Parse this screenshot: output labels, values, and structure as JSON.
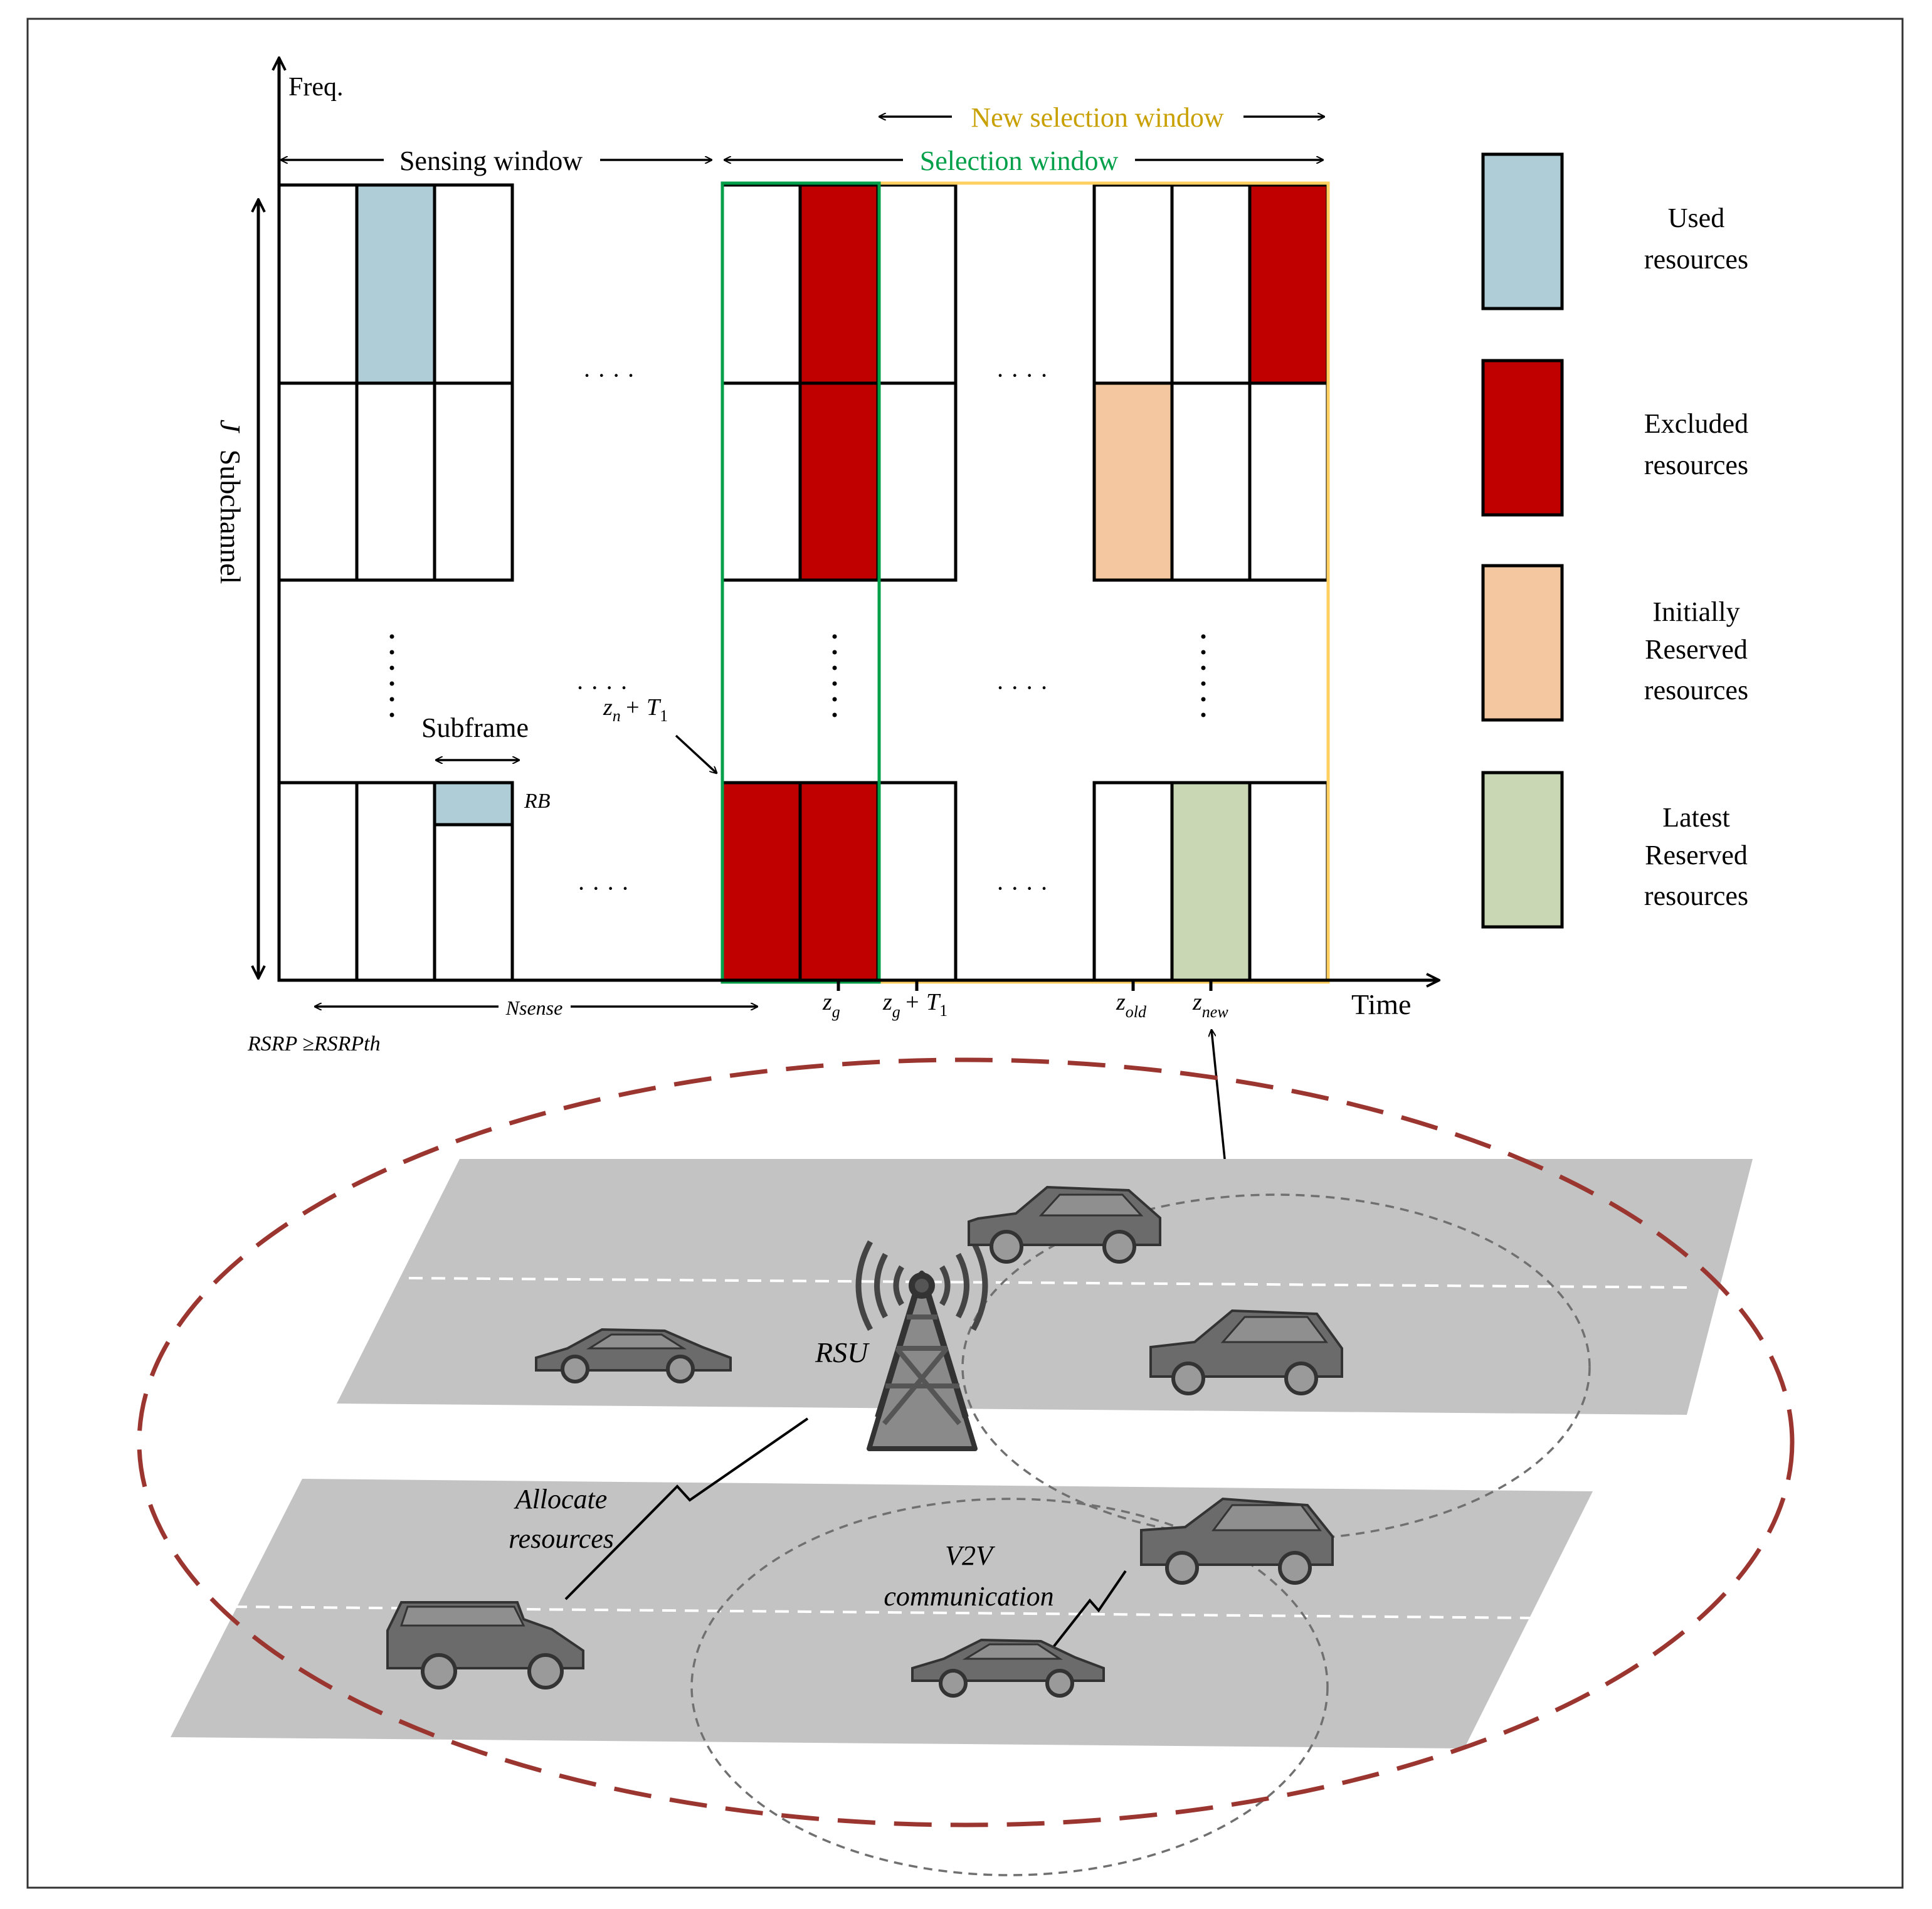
{
  "axes": {
    "freq_label": "Freq.",
    "time_label": "Time",
    "subchannel_label": "Subchannel",
    "subchannel_symbol": "J"
  },
  "windows": {
    "sensing": "Sensing window",
    "selection": "Selection window",
    "new_selection": "New selection window"
  },
  "annotations": {
    "subframe": "Subframe",
    "rb": "RB",
    "n_sense": "Nsense",
    "rsrp_condition": "RSRP ≥RSRPth",
    "ellipsis": "· · · ·",
    "zn_t1": "z",
    "zn_sub": "n",
    "zn_plus": "+ T",
    "zn_one": "1",
    "zg": "z",
    "zg_sub": "g",
    "zg_t1_plus": "+ T",
    "zg_t1_one": "1",
    "zold_sub": "old",
    "znew_sub": "new"
  },
  "legend": [
    {
      "line1": "Used",
      "line2": "resources",
      "line3": "",
      "color": "#aecdd6"
    },
    {
      "line1": "Excluded",
      "line2": "resources",
      "line3": "",
      "color": "#c00000"
    },
    {
      "line1": "Initially",
      "line2": "Reserved",
      "line3": "resources",
      "color": "#f5c7a0"
    },
    {
      "line1": "Latest",
      "line2": "Reserved",
      "line3": "resources",
      "color": "#c9d7b5"
    }
  ],
  "scene": {
    "rsu_label": "RSU",
    "allocate_line1": "Allocate",
    "allocate_line2": "resources",
    "v2v_line1": "V2V",
    "v2v_line2": "communication"
  },
  "colors": {
    "used": "#aecdd6",
    "excluded": "#c00000",
    "initially_reserved": "#f5c7a0",
    "latest_reserved": "#c9d7b5",
    "selection_window": "#00a04a",
    "new_selection_window": "#ffd060",
    "new_selection_text": "#c8a000",
    "coverage_ellipse": "#9b3530",
    "road": "#c3c3c3",
    "vehicle": "#6b6b6b"
  }
}
